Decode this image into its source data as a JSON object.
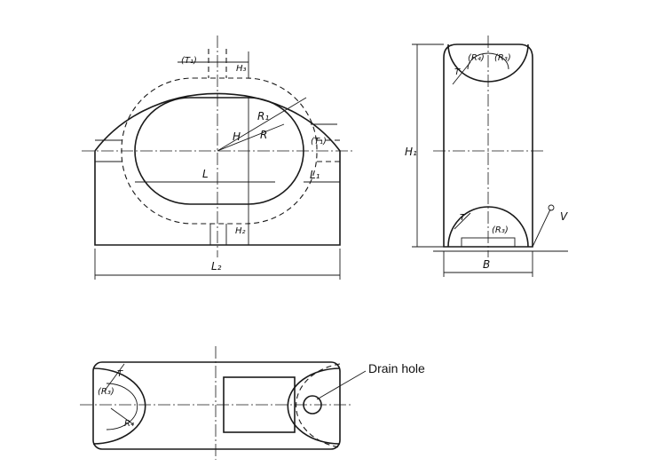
{
  "labels": {
    "T1_top": "(T₁)",
    "H3": "H₃",
    "R1": "R₁",
    "R": "R",
    "H": "H",
    "T1_side": "(T₁)",
    "L": "L",
    "L1": "L₁",
    "H2": "H₂",
    "L2": "L₂",
    "T_side_top": "T",
    "R4_side": "(R₄)",
    "R3_side_top": "(R₃)",
    "H1": "H₁",
    "T_side_bottom": "T",
    "R3_side_bottom": "(R₃)",
    "V": "V",
    "B": "B",
    "R3_plan": "(R₃)",
    "T_plan": "T",
    "R4_plan": "R₄"
  },
  "annotation": {
    "drain_hole": "Drain hole"
  }
}
